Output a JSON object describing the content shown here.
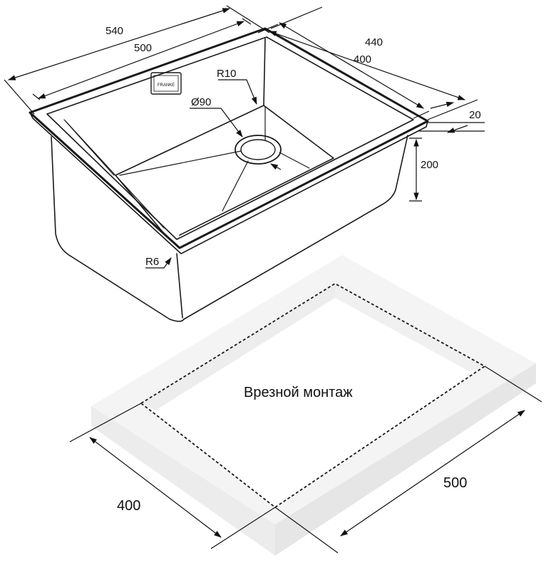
{
  "sink": {
    "outer_length": "540",
    "inner_length": "500",
    "outer_width": "440",
    "inner_width": "400",
    "rim": "20",
    "depth": "200",
    "corner_radius": "R10",
    "drain_diameter": "Ø90",
    "rim_radius": "R6",
    "logo_text": "FRANKE"
  },
  "cutout": {
    "title": "Врезной монтаж",
    "width": "400",
    "length": "500"
  },
  "colors": {
    "line": "#1a1a1a",
    "slab_top": "#f4f4f4",
    "slab_side": "#e9e9e9"
  }
}
